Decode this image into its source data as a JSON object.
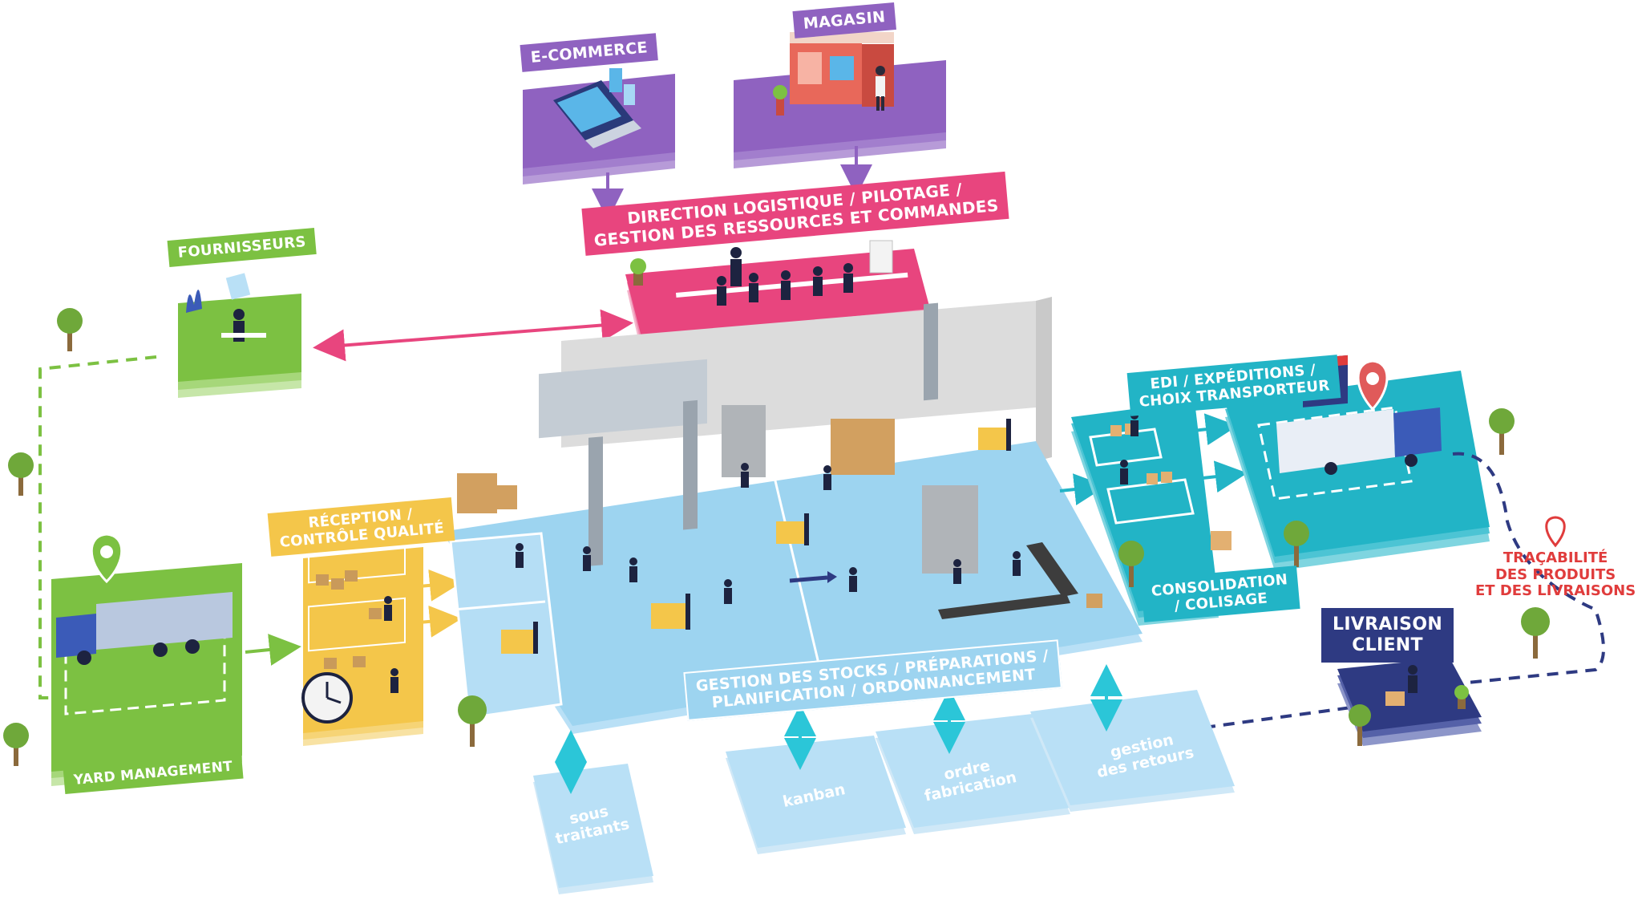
{
  "colors": {
    "purple": "#8f62c0",
    "pink": "#e8457e",
    "green": "#7cc142",
    "yellow": "#f4c64a",
    "cyan": "#22b4c6",
    "light_blue": "#9dd4f0",
    "navy": "#2e3a82",
    "red": "#e03c3c",
    "wall": "#dcdcdc"
  },
  "labels": {
    "ecommerce": "E-COMMERCE",
    "magasin": "MAGASIN",
    "direction_line1": "DIRECTION LOGISTIQUE / PILOTAGE /",
    "direction_line2": "GESTION DES RESSOURCES ET COMMANDES",
    "fournisseurs": "FOURNISSEURS",
    "reception_line1": "RÉCEPTION /",
    "reception_line2": "CONTRÔLE QUALITÉ",
    "yard": "YARD MANAGEMENT",
    "stocks_line1": "GESTION DES STOCKS / PRÉPARATIONS /",
    "stocks_line2": "PLANIFICATION / ORDONNANCEMENT",
    "edi_line1": "EDI / EXPÉDITIONS /",
    "edi_line2": "CHOIX TRANSPORTEUR",
    "consolidation_line1": "CONSOLIDATION",
    "consolidation_line2": "/ COLISAGE",
    "tracabilite_line1": "TRAÇABILITÉ",
    "tracabilite_line2": "DES PRODUITS",
    "tracabilite_line3": "ET DES LIVRAISONS",
    "livraison_line1": "LIVRAISON",
    "livraison_line2": "CLIENT"
  },
  "modules": [
    {
      "line1": "sous",
      "line2": "traitants"
    },
    {
      "line1": "kanban",
      "line2": ""
    },
    {
      "line1": "ordre",
      "line2": "fabrication"
    },
    {
      "line1": "gestion",
      "line2": "des retours"
    }
  ],
  "icons": [
    "laptop-icon",
    "shop-icon",
    "person-icon",
    "truck-icon",
    "location-pin-icon",
    "forklift-icon",
    "box-icon",
    "tree-icon",
    "clock-icon",
    "calendar-icon",
    "shelf-icon",
    "conveyor-icon",
    "plant-icon"
  ]
}
